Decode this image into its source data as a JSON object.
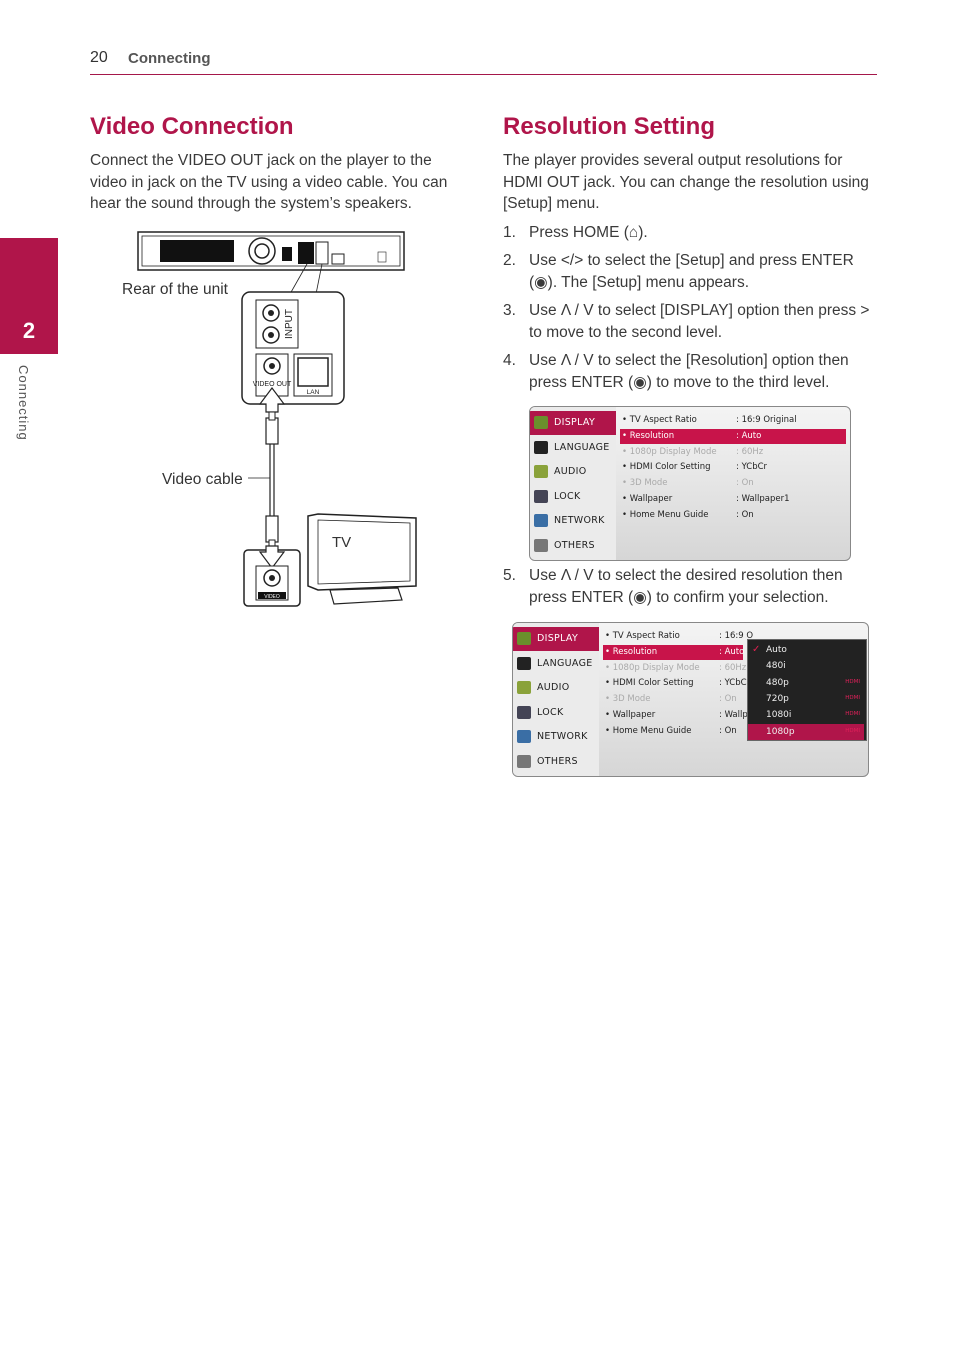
{
  "header": {
    "page_number": "20",
    "section": "Connecting"
  },
  "side_tab": {
    "number": "2",
    "label": "Connecting"
  },
  "video_connection": {
    "title": "Video Connection",
    "body": "Connect the VIDEO OUT jack on the player to the video in jack on the TV using a video cable. You can hear the sound through the system’s speakers.",
    "diagram": {
      "rear_label": "Rear of the unit",
      "cable_label": "Video cable",
      "tv_label": "TV",
      "jack_input": "INPUT",
      "jack_video_out": "VIDEO OUT",
      "jack_lan": "LAN",
      "tv_jack": "VIDEO"
    }
  },
  "resolution_setting": {
    "title": "Resolution Setting",
    "body": "The player provides several output resolutions for HDMI OUT jack. You can change the resolution using [Setup] menu.",
    "steps": [
      {
        "num": "1.",
        "text": "Press HOME (⌂)."
      },
      {
        "num": "2.",
        "text": "Use </> to select the [Setup] and press ENTER (◉). The [Setup] menu appears."
      },
      {
        "num": "3.",
        "text": "Use Λ / V to select [DISPLAY] option then press > to move to the second level."
      },
      {
        "num": "4.",
        "text": "Use Λ / V to select the [Resolution] option then press ENTER (◉) to move to the third level."
      },
      {
        "num": "5.",
        "text": "Use Λ / V to select the desired resolution then press ENTER (◉) to confirm your selection."
      }
    ]
  },
  "menu": {
    "side_items": [
      "DISPLAY",
      "LANGUAGE",
      "AUDIO",
      "LOCK",
      "NETWORK",
      "OTHERS"
    ],
    "options": [
      {
        "name": "• TV Aspect Ratio",
        "value": ": 16:9 Original",
        "state": "normal"
      },
      {
        "name": "• Resolution",
        "value": ": Auto",
        "state": "selected"
      },
      {
        "name": "• 1080p Display Mode",
        "value": ": 60Hz",
        "state": "dim"
      },
      {
        "name": "• HDMI Color Setting",
        "value": ": YCbCr",
        "state": "normal"
      },
      {
        "name": "• 3D Mode",
        "value": ": On",
        "state": "dim"
      },
      {
        "name": "• Wallpaper",
        "value": ": Wallpaper1",
        "state": "normal"
      },
      {
        "name": "• Home Menu Guide",
        "value": ": On",
        "state": "normal"
      }
    ],
    "options_second": [
      {
        "name": "• TV Aspect Ratio",
        "value": ": 16:9 O",
        "state": "normal"
      },
      {
        "name": "• Resolution",
        "value": ": Auto",
        "state": "selected"
      },
      {
        "name": "• 1080p Display Mode",
        "value": ": 60Hz",
        "state": "dim"
      },
      {
        "name": "• HDMI Color Setting",
        "value": ": YCbCr",
        "state": "normal"
      },
      {
        "name": "• 3D Mode",
        "value": ": On",
        "state": "dim"
      },
      {
        "name": "• Wallpaper",
        "value": ": Wallp",
        "state": "normal"
      },
      {
        "name": "• Home Menu Guide",
        "value": ": On",
        "state": "normal"
      }
    ],
    "resolutions": [
      {
        "label": "Auto",
        "tag": "",
        "checked": true,
        "selected": false
      },
      {
        "label": "480i",
        "tag": "",
        "checked": false,
        "selected": false
      },
      {
        "label": "480p",
        "tag": "HDMI",
        "checked": false,
        "selected": false
      },
      {
        "label": "720p",
        "tag": "HDMI",
        "checked": false,
        "selected": false
      },
      {
        "label": "1080i",
        "tag": "HDMI",
        "checked": false,
        "selected": false
      },
      {
        "label": "1080p",
        "tag": "HDMI",
        "checked": false,
        "selected": true
      }
    ]
  },
  "colors": {
    "accent": "#b0154a",
    "highlight": "#c8144a"
  }
}
